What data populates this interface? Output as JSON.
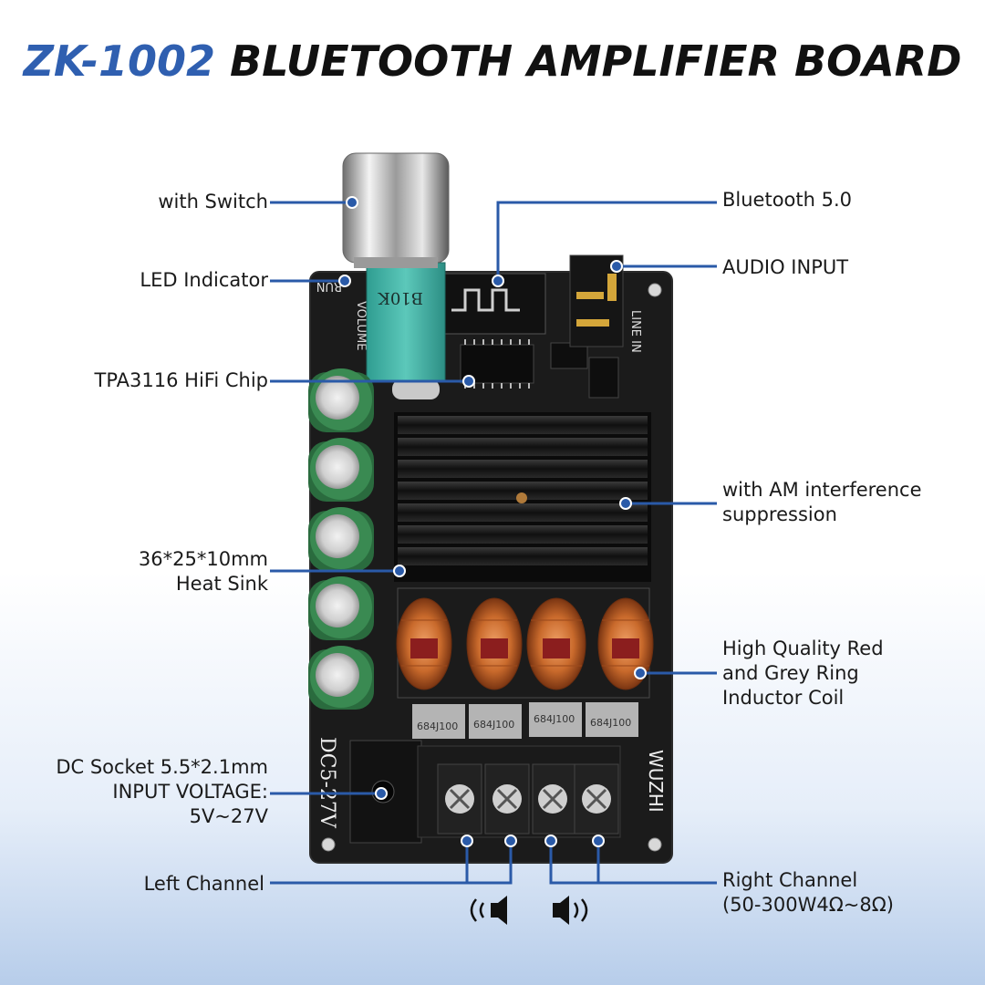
{
  "title": {
    "model": "ZK-1002",
    "rest": "BLUETOOTH AMPLIFIER BOARD"
  },
  "labels": {
    "with_switch": "with Switch",
    "led_indicator": "LED Indicator",
    "chip": "TPA3116 HiFi Chip",
    "heat_sink_1": "36*25*10mm",
    "heat_sink_2": "Heat Sink",
    "dc_1": "DC Socket 5.5*2.1mm",
    "dc_2": "INPUT VOLTAGE:",
    "dc_3": "5V~27V",
    "left_channel": "Left Channel",
    "bluetooth": "Bluetooth 5.0",
    "audio_input": "AUDIO INPUT",
    "am_1": "with AM interference",
    "am_2": "suppression",
    "coil_1": "High Quality Red",
    "coil_2": "and Grey Ring",
    "coil_3": "Inductor Coil",
    "right_channel_1": "Right Channel",
    "right_channel_2": "(50-300W4Ω~8Ω)"
  },
  "board": {
    "pot_label": "B10K",
    "volume": "VOLUME",
    "run": "RUN",
    "line_in": "LINE IN",
    "brand": "WUZHI",
    "voltage": "DC5-27V",
    "capacitor_marks": [
      "684J100",
      "684J100",
      "684J100",
      "684J100"
    ]
  },
  "icons": [
    "speaker-left-icon",
    "speaker-right-icon"
  ],
  "colors": {
    "accent": "#2f5fb0",
    "line": "#2a5aa8",
    "board": "#1b1b1b"
  }
}
